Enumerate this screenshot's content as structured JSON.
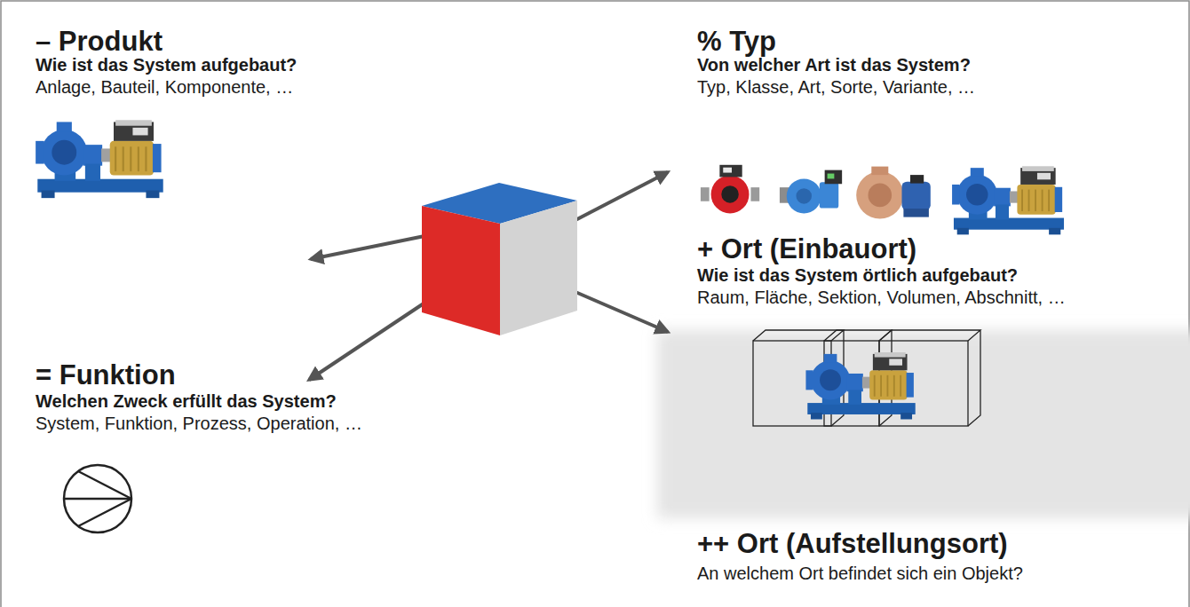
{
  "diagram": {
    "labels": [
      "– Produkt",
      "Wie ist das System aufgebaut?",
      "Anlage, Bauteil, Komponente, …",
      "% Typ",
      "Von welcher Art ist das System?",
      "Typ, Klasse, Art, Sorte, Variante, …",
      "+ Ort (Einbauort)",
      "Wie ist das System örtlich aufgebaut?",
      "Raum, Fläche, Sektion, Volumen, Abschnitt, …",
      "= Funktion",
      "Welchen Zweck erfüllt das System?",
      "System, Funktion, Prozess, Operation, …",
      "++ Ort (Aufstellungsort)",
      "An welchem Ort befindet sich ein Objekt?"
    ]
  }
}
